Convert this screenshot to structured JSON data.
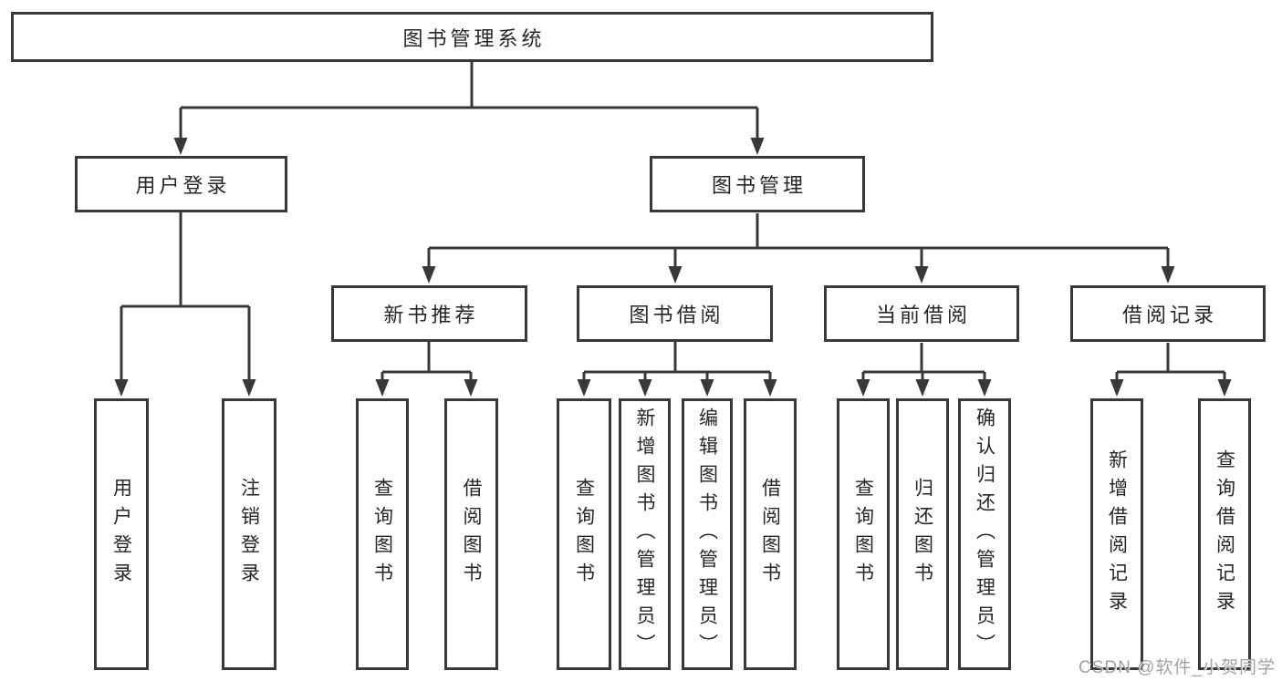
{
  "diagram": {
    "root": {
      "label": "图书管理系统"
    },
    "level1": {
      "user_login": {
        "label": "用户登录"
      },
      "book_management": {
        "label": "图书管理"
      }
    },
    "user_login_children": {
      "login": {
        "label": "用户登录"
      },
      "logout": {
        "label": "注销登录"
      }
    },
    "book_management_children": {
      "new_book": {
        "label": "新书推荐"
      },
      "book_borrow": {
        "label": "图书借阅"
      },
      "current_borrow": {
        "label": "当前借阅"
      },
      "borrow_record": {
        "label": "借阅记录"
      }
    },
    "new_book_children": {
      "query_book": {
        "label": "查询图书"
      },
      "borrow_book": {
        "label": "借阅图书"
      }
    },
    "book_borrow_children": {
      "query_book": {
        "label": "查询图书"
      },
      "add_book": {
        "label": "新增图书（管理员）"
      },
      "edit_book": {
        "label": "编辑图书（管理员）"
      },
      "borrow_book": {
        "label": "借阅图书"
      }
    },
    "current_borrow_children": {
      "query_book": {
        "label": "查询图书"
      },
      "return_book": {
        "label": "归还图书"
      },
      "confirm_return": {
        "label": "确认归还（管理员）"
      }
    },
    "borrow_record_children": {
      "add_record": {
        "label": "新增借阅记录"
      },
      "query_record": {
        "label": "查询借阅记录"
      }
    }
  },
  "watermark": {
    "text": "CSDN @软件_小贺同学"
  },
  "colors": {
    "line": "#383838",
    "border": "#383838",
    "text": "#262626",
    "watermark": "#a2a2a2",
    "background": "#ffffff"
  }
}
